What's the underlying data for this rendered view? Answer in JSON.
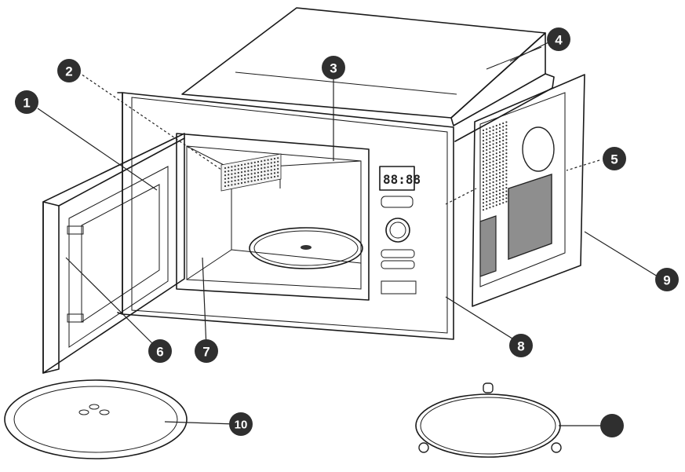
{
  "callouts": [
    "1",
    "2",
    "3",
    "4",
    "5",
    "6",
    "7",
    "8",
    "9",
    "10"
  ],
  "display_text": "88:88",
  "colors": {
    "ink": "#1a1a1a",
    "callout_fill": "#2f2f2f",
    "panel_gray": "#8e8e8e",
    "background": "#ffffff"
  }
}
